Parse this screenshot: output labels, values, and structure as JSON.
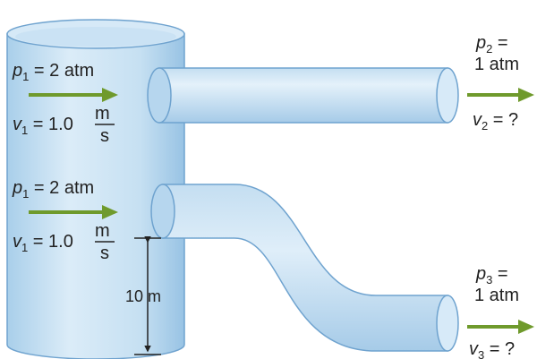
{
  "labels": {
    "p1_top": {
      "symbol": "p",
      "sub": "1",
      "rest": " = 2 atm"
    },
    "v1_top": {
      "symbol": "v",
      "sub": "1",
      "rest": " = 1.0",
      "num": "m",
      "den": "s"
    },
    "p1_mid": {
      "symbol": "p",
      "sub": "1",
      "rest": " = 2 atm"
    },
    "v1_mid": {
      "symbol": "v",
      "sub": "1",
      "rest": " = 1.0",
      "num": "m",
      "den": "s"
    },
    "height": "10 m",
    "p2": {
      "symbol": "p",
      "sub": "2",
      "rest": " =",
      "line2": "1 atm"
    },
    "v2": {
      "symbol": "v",
      "sub": "2",
      "rest": " = ?"
    },
    "p3": {
      "symbol": "p",
      "sub": "3",
      "rest": " =",
      "line2": "1 atm"
    },
    "v3": {
      "symbol": "v",
      "sub": "3",
      "rest": " = ?"
    }
  },
  "colors": {
    "arrow": "#6f9a2c",
    "water_light": "#dcecf8",
    "water_mid": "#b8d8ef",
    "water_dark": "#7fb2dc",
    "outline": "#6fa3cf",
    "text": "#222222"
  }
}
